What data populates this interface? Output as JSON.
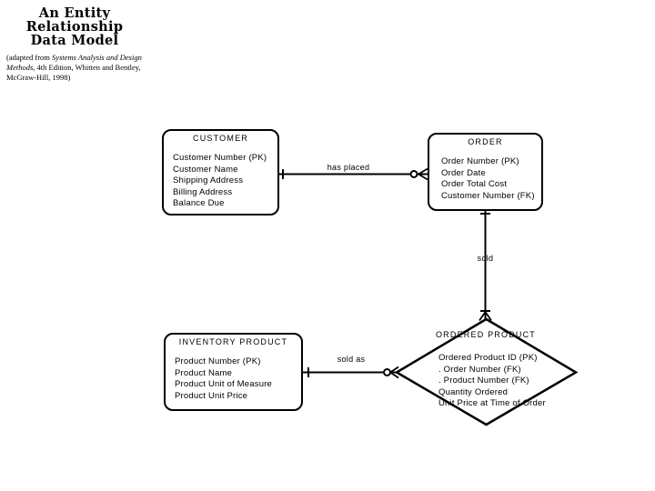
{
  "slide": {
    "title": "An Entity\nRelationship\nData Model",
    "citation": {
      "prefix": "(adapted from ",
      "book_title": "Systems Analysis and Design Methods",
      "suffix": ", 4th Edition, Whitten and Bentley, McGraw-Hill, 1998)"
    }
  },
  "diagram": {
    "entities": {
      "customer": {
        "title": "CUSTOMER",
        "attributes": [
          "Customer Number (PK)",
          "Customer Name",
          "Shipping Address",
          "Billing Address",
          "Balance Due"
        ]
      },
      "order": {
        "title": "ORDER",
        "attributes": [
          "Order Number (PK)",
          "Order Date",
          "Order Total Cost",
          "Customer Number (FK)"
        ]
      },
      "inventory_product": {
        "title": "INVENTORY PRODUCT",
        "attributes": [
          "Product Number (PK)",
          "Product Name",
          "Product Unit of Measure",
          "Product Unit Price"
        ]
      },
      "ordered_product": {
        "title": "ORDERED PRODUCT",
        "attributes": [
          "Ordered Product ID (PK)",
          ". Order Number (FK)",
          ". Product Number (FK)",
          "Quantity Ordered",
          "Unit Price at Time of Order"
        ]
      }
    },
    "relationships": [
      {
        "label": "has placed",
        "from": "CUSTOMER",
        "to": "ORDER",
        "from_cardinality": "one",
        "to_cardinality": "zero-or-many"
      },
      {
        "label": "sold",
        "from": "ORDER",
        "to": "ORDERED PRODUCT",
        "from_cardinality": "one",
        "to_cardinality": "one-or-many"
      },
      {
        "label": "sold as",
        "from": "INVENTORY PRODUCT",
        "to": "ORDERED PRODUCT",
        "from_cardinality": "one",
        "to_cardinality": "zero-or-many"
      }
    ],
    "colors": {
      "line": "#000000",
      "background": "#ffffff",
      "text": "#000000"
    }
  }
}
